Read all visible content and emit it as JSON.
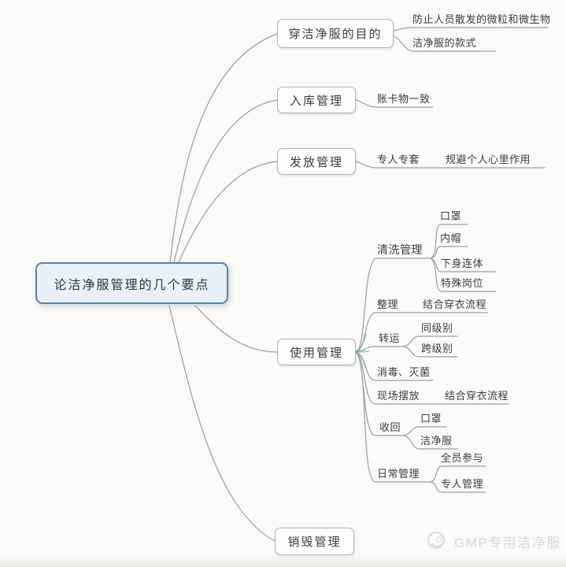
{
  "root": {
    "label": "论洁净服管理的几个要点"
  },
  "branches": {
    "purpose": {
      "label": "穿洁净服的目的",
      "children": {
        "prevent": "防止人员散发的微粒和微生物",
        "style": "洁净服的款式"
      }
    },
    "warehouse": {
      "label": "入库管理",
      "children": {
        "match": "账卡物一致"
      }
    },
    "distribution": {
      "label": "发放管理",
      "children": {
        "dedicated": "专人专套",
        "avoid": "规避个人心里作用"
      }
    },
    "usage": {
      "label": "使用管理",
      "children": {
        "cleaning": {
          "label": "清洗管理",
          "children": {
            "mask": "口罩",
            "cap": "内帽",
            "lower": "下身连体",
            "special": "特殊岗位"
          }
        },
        "organize": {
          "label": "整理",
          "note": "结合穿衣流程"
        },
        "transfer": {
          "label": "转运",
          "children": {
            "same": "同级别",
            "cross": "跨级别"
          }
        },
        "disinfect": {
          "label": "消毒、灭菌"
        },
        "placement": {
          "label": "现场摆放",
          "note": "结合穿衣流程"
        },
        "recall": {
          "label": "收回",
          "children": {
            "mask": "口罩",
            "garment": "洁净服"
          }
        },
        "daily": {
          "label": "日常管理",
          "children": {
            "all": "全员参与",
            "dedicated": "专人管理"
          }
        }
      }
    },
    "destruction": {
      "label": "销毁管理"
    }
  },
  "watermark": {
    "label": "GMP专用洁净服"
  },
  "colors": {
    "background": "#fafaf8",
    "root_border": "#5c82a2",
    "root_fill": "#e8f1f9",
    "box_border": "#b0b0b0",
    "edge": "#9d9d9d",
    "fan_accent": "#79b2c2",
    "watermark": "#d9d9d9"
  }
}
